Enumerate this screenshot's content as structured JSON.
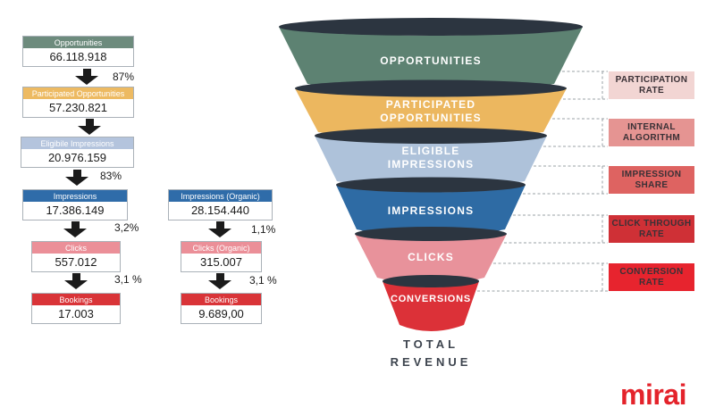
{
  "left_flow": {
    "steps": [
      {
        "label": "Opportunities",
        "value": "66.118.918",
        "color": "#6d8b7d"
      },
      {
        "label": "Participated Opportunities",
        "value": "57.230.821",
        "color": "#edba62"
      },
      {
        "label": "Eligibile Impressions",
        "value": "20.976.159",
        "color": "#b4c4dd"
      },
      {
        "label": "Impressions",
        "value": "17.386.149",
        "color": "#2f6ca9"
      },
      {
        "label": "Clicks",
        "value": "557.012",
        "color": "#eb8f98"
      },
      {
        "label": "Bookings",
        "value": "17.003",
        "color": "#d93438"
      }
    ],
    "rates": {
      "opportunities_to_participated": "87%",
      "eligibile_to_impressions": "83%",
      "impressions_to_clicks": "3,2%",
      "clicks_to_bookings": "3,1 %"
    }
  },
  "organic_flow": {
    "steps": [
      {
        "label": "Impressions (Organic)",
        "value": "28.154.440",
        "color": "#2f6ca9"
      },
      {
        "label": "Clicks (Organic)",
        "value": "315.007",
        "color": "#eb8f98"
      },
      {
        "label": "Bookings",
        "value": "9.689,00",
        "color": "#d93438"
      }
    ],
    "rates": {
      "impressions_to_clicks": "1,1%",
      "clicks_to_bookings": "3,1 %"
    }
  },
  "funnel": {
    "ellipse_color": "#2c3540",
    "segments": [
      {
        "label": "OPPORTUNITIES",
        "color": "#5d8272"
      },
      {
        "label": "PARTICIPATED OPPORTUNITIES",
        "lines": [
          "PARTICIPATED",
          "OPPORTUNITIES"
        ],
        "color": "#ecb75f"
      },
      {
        "label": "ELIGIBLE IMPRESSIONS",
        "lines": [
          "ELIGIBLE",
          "IMPRESSIONS"
        ],
        "color": "#aec2da"
      },
      {
        "label": "IMPRESSIONS",
        "color": "#2e6ba4"
      },
      {
        "label": "CLICKS",
        "color": "#e8929b"
      },
      {
        "label": "CONVERSIONS",
        "color": "#dc3138"
      }
    ],
    "footer": [
      "TOTAL",
      "REVENUE"
    ]
  },
  "rate_labels": [
    {
      "label": "PARTICIPATION RATE",
      "lines": [
        "PARTICIPATION",
        "RATE"
      ],
      "color": "#f2d5d3"
    },
    {
      "label": "INTERNAL ALGORITHM",
      "lines": [
        "INTERNAL",
        "ALGORITHM"
      ],
      "color": "#e59492"
    },
    {
      "label": "IMPRESSION SHARE",
      "lines": [
        "IMPRESSION",
        "SHARE"
      ],
      "color": "#de6361"
    },
    {
      "label": "CLICK THROUGH RATE",
      "lines": [
        "CLICK THROUGH",
        "RATE"
      ],
      "color": "#cf3036"
    },
    {
      "label": "CONVERSION RATE",
      "lines": [
        "CONVERSION",
        "RATE"
      ],
      "color": "#e7242e"
    }
  ],
  "brand": {
    "logo_text": "mirai",
    "color": "#e4232b"
  }
}
